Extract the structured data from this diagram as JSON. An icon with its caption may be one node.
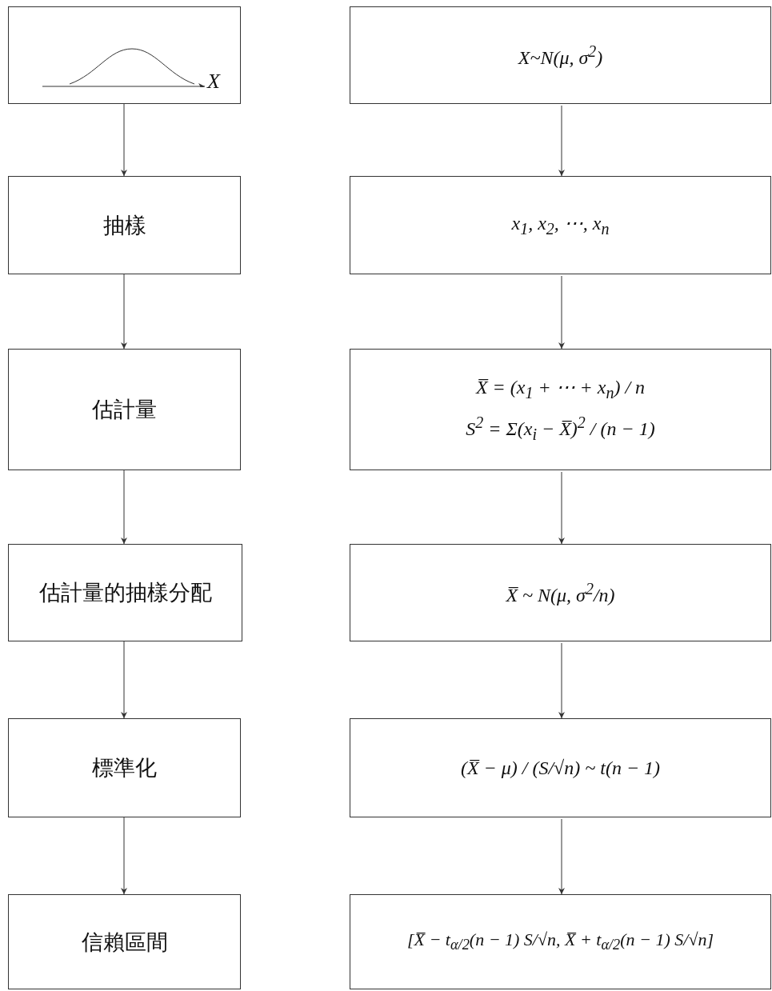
{
  "diagram": {
    "nodes": [
      {
        "text": [
          "X"
        ]
      },
      {
        "text": [
          "X~N(μ, σ$^{2}$)"
        ]
      },
      {
        "text": [
          "抽樣"
        ]
      },
      {
        "text": [
          "x$_{1}$, x$_{2}$, ⋯, x$_{n}$"
        ]
      },
      {
        "text": [
          "估計量"
        ]
      },
      {
        "text": [
          "X̅ = (x$_{1}$ + ⋯ + x$_{n}$) / n",
          "S$^{2}$ = Σ(x$_{i}$ − X̅)$^{2}$ / (n − 1)"
        ]
      },
      {
        "text": [
          "估計量的抽樣分配"
        ]
      },
      {
        "text": [
          "X̅ ~ N(μ, σ$^{2}$/n)"
        ]
      },
      {
        "text": [
          "標準化"
        ]
      },
      {
        "text": [
          "(X̅ − μ) / (S/√n) ~ t(n − 1)"
        ]
      },
      {
        "text": [
          "信賴區間"
        ]
      },
      {
        "text": [
          "[X̅ − t$_{α/2}$(n − 1) S/√n, X̅ + t$_{α/2}$(n − 1) S/√n]"
        ]
      }
    ],
    "edges": [
      {
        "from": 0,
        "to": 2,
        "arrow": "to"
      },
      {
        "from": 2,
        "to": 4,
        "arrow": "to"
      },
      {
        "from": 4,
        "to": 6,
        "arrow": "to"
      },
      {
        "from": 6,
        "to": 8,
        "arrow": "to"
      },
      {
        "from": 8,
        "to": 10,
        "arrow": "to"
      },
      {
        "from": 1,
        "to": 3,
        "arrow": "to"
      },
      {
        "from": 3,
        "to": 5,
        "arrow": "to"
      },
      {
        "from": 5,
        "to": 7,
        "arrow": "to"
      },
      {
        "from": 7,
        "to": 9,
        "arrow": "to"
      },
      {
        "from": 9,
        "to": 11,
        "arrow": "to"
      }
    ]
  }
}
